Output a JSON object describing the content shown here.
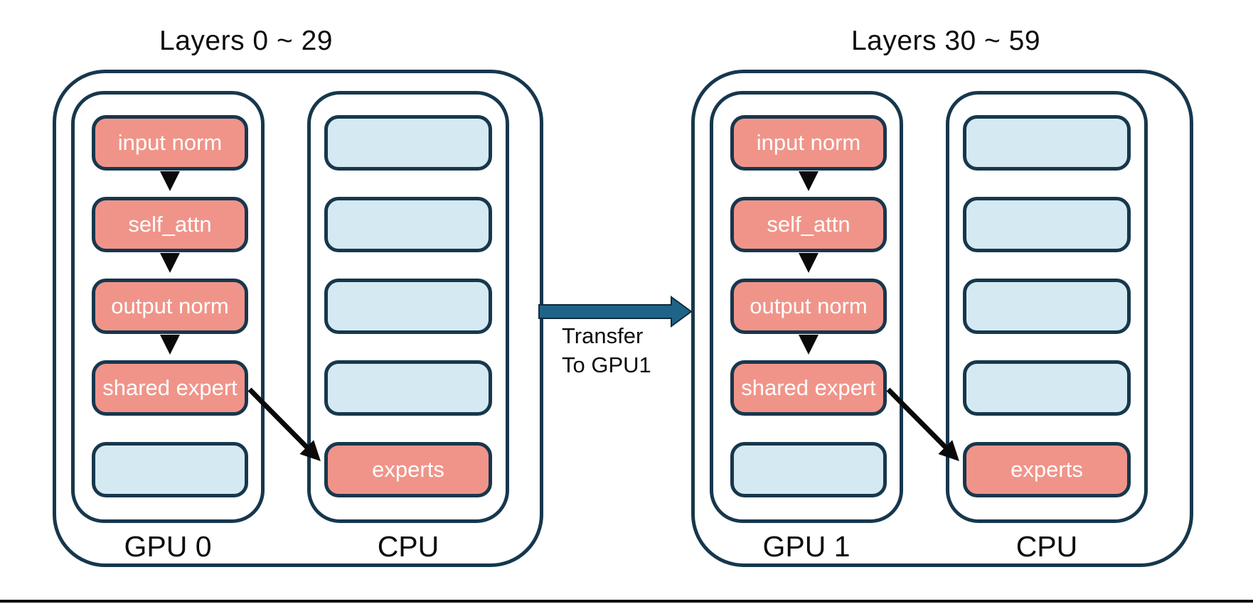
{
  "colors": {
    "border_navy": "#17374d",
    "salmon_block": "#f09489",
    "idle_block_blue": "#d4e9f1",
    "transfer_arrow_blue": "#1f6488",
    "arrow_black": "#0a0a0a"
  },
  "groups": [
    {
      "title": "Layers 0 ~ 29",
      "gpu": {
        "label": "GPU 0",
        "boxes": [
          {
            "text": "input norm",
            "kind": "active"
          },
          {
            "text": "self_attn",
            "kind": "active"
          },
          {
            "text": "output norm",
            "kind": "active"
          },
          {
            "text": "shared expert",
            "kind": "active"
          },
          {
            "text": "",
            "kind": "idle"
          }
        ]
      },
      "cpu": {
        "label": "CPU",
        "boxes": [
          {
            "text": "",
            "kind": "idle"
          },
          {
            "text": "",
            "kind": "idle"
          },
          {
            "text": "",
            "kind": "idle"
          },
          {
            "text": "",
            "kind": "idle"
          },
          {
            "text": "experts",
            "kind": "active"
          }
        ]
      }
    },
    {
      "title": "Layers 30 ~ 59",
      "gpu": {
        "label": "GPU 1",
        "boxes": [
          {
            "text": "input norm",
            "kind": "active"
          },
          {
            "text": "self_attn",
            "kind": "active"
          },
          {
            "text": "output norm",
            "kind": "active"
          },
          {
            "text": "shared expert",
            "kind": "active"
          },
          {
            "text": "",
            "kind": "idle"
          }
        ]
      },
      "cpu": {
        "label": "CPU",
        "boxes": [
          {
            "text": "",
            "kind": "idle"
          },
          {
            "text": "",
            "kind": "idle"
          },
          {
            "text": "",
            "kind": "idle"
          },
          {
            "text": "",
            "kind": "idle"
          },
          {
            "text": "experts",
            "kind": "active"
          }
        ]
      }
    }
  ],
  "transfer": {
    "line1": "Transfer",
    "line2": "To GPU1"
  }
}
